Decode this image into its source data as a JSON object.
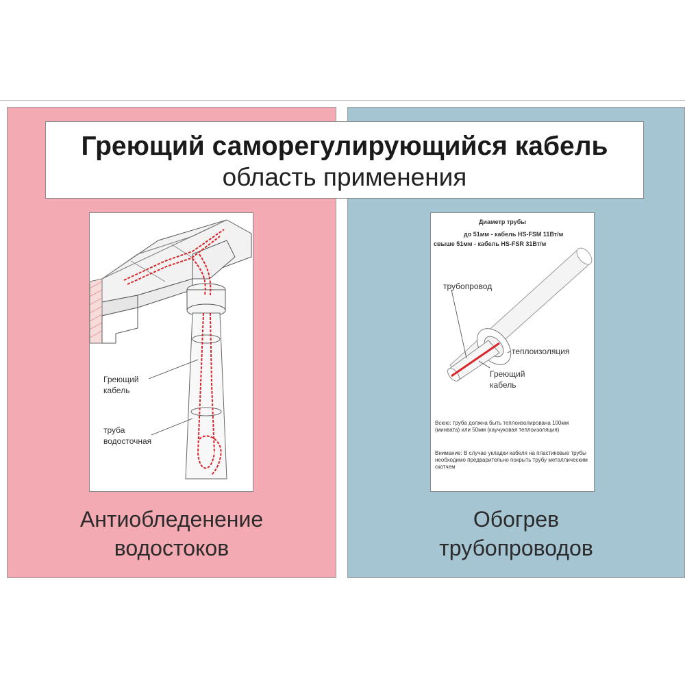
{
  "header": {
    "title": "Греющий саморегулирующийся кабель",
    "subtitle": "область применения"
  },
  "left_panel": {
    "background": "#f4aab2",
    "caption_line1": "Антиобледенение",
    "caption_line2": "водостоков",
    "figure": {
      "label_cable_1": "Греющий",
      "label_cable_2": "кабель",
      "label_pipe_1": "труба",
      "label_pipe_2": "водосточная"
    }
  },
  "right_panel": {
    "background": "#a6c5d3",
    "caption_line1": "Обогрев",
    "caption_line2": "трубопроводов",
    "figure": {
      "heading": "Диаметр трубы",
      "line1": "до 51мм - кабель HS-FSM 11Вт/м",
      "line2": "свыше 51мм - кабель HS-FSR 31Вт/м",
      "label_pipeline": "трубопровод",
      "label_insulation": "теплоизоляция",
      "label_cable_1": "Греющий",
      "label_cable_2": "кабель",
      "note1": "Всюю: труба должна быть теплоизолирована 100мм (минвата) или 50мм (каучуковая теплоизоляция)",
      "note2": "Внимание: В случае укладки кабеля на пластиковые трубы необходимо предварительно покрыть трубу металлическим скотчем"
    }
  },
  "colors": {
    "cable_red": "#d8262b",
    "left_bg": "#f4aab2",
    "right_bg": "#a6c5d3"
  }
}
